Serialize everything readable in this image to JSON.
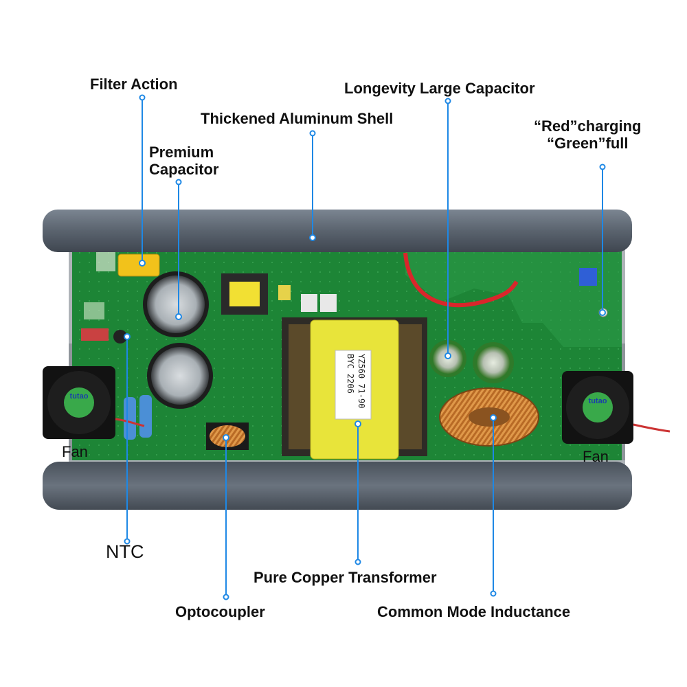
{
  "labels": {
    "filter_action": "Filter Action",
    "premium_capacitor_line1": "Premium",
    "premium_capacitor_line2": "Capacitor",
    "thickened_shell": "Thickened Aluminum Shell",
    "longevity_capacitor": "Longevity Large Capacitor",
    "red_charging": "“Red”charging",
    "green_full": "“Green”full",
    "fan_left": "Fan",
    "fan_right": "Fan",
    "ntc": "NTC",
    "transformer": "Pure Copper Transformer",
    "optocoupler": "Optocoupler",
    "common_mode": "Common Mode Inductance"
  },
  "transformer_marking": {
    "line1": "YZ560 71-90",
    "line2": "BYC  2206"
  },
  "fan_brand": "tutao",
  "colors": {
    "pcb": "#1f8a3a",
    "shell": "#5b6470",
    "leader_line": "#1e88e5",
    "transformer_core": "#e8e83a",
    "copper": "#c77a2e",
    "capacitor": "#9aa3aa"
  }
}
